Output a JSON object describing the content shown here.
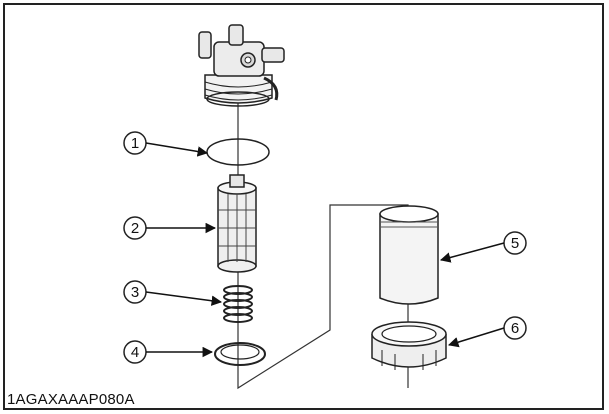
{
  "figure_id": "1AGAXAAAP080A",
  "callouts": [
    "1",
    "2",
    "3",
    "4",
    "5",
    "6"
  ]
}
